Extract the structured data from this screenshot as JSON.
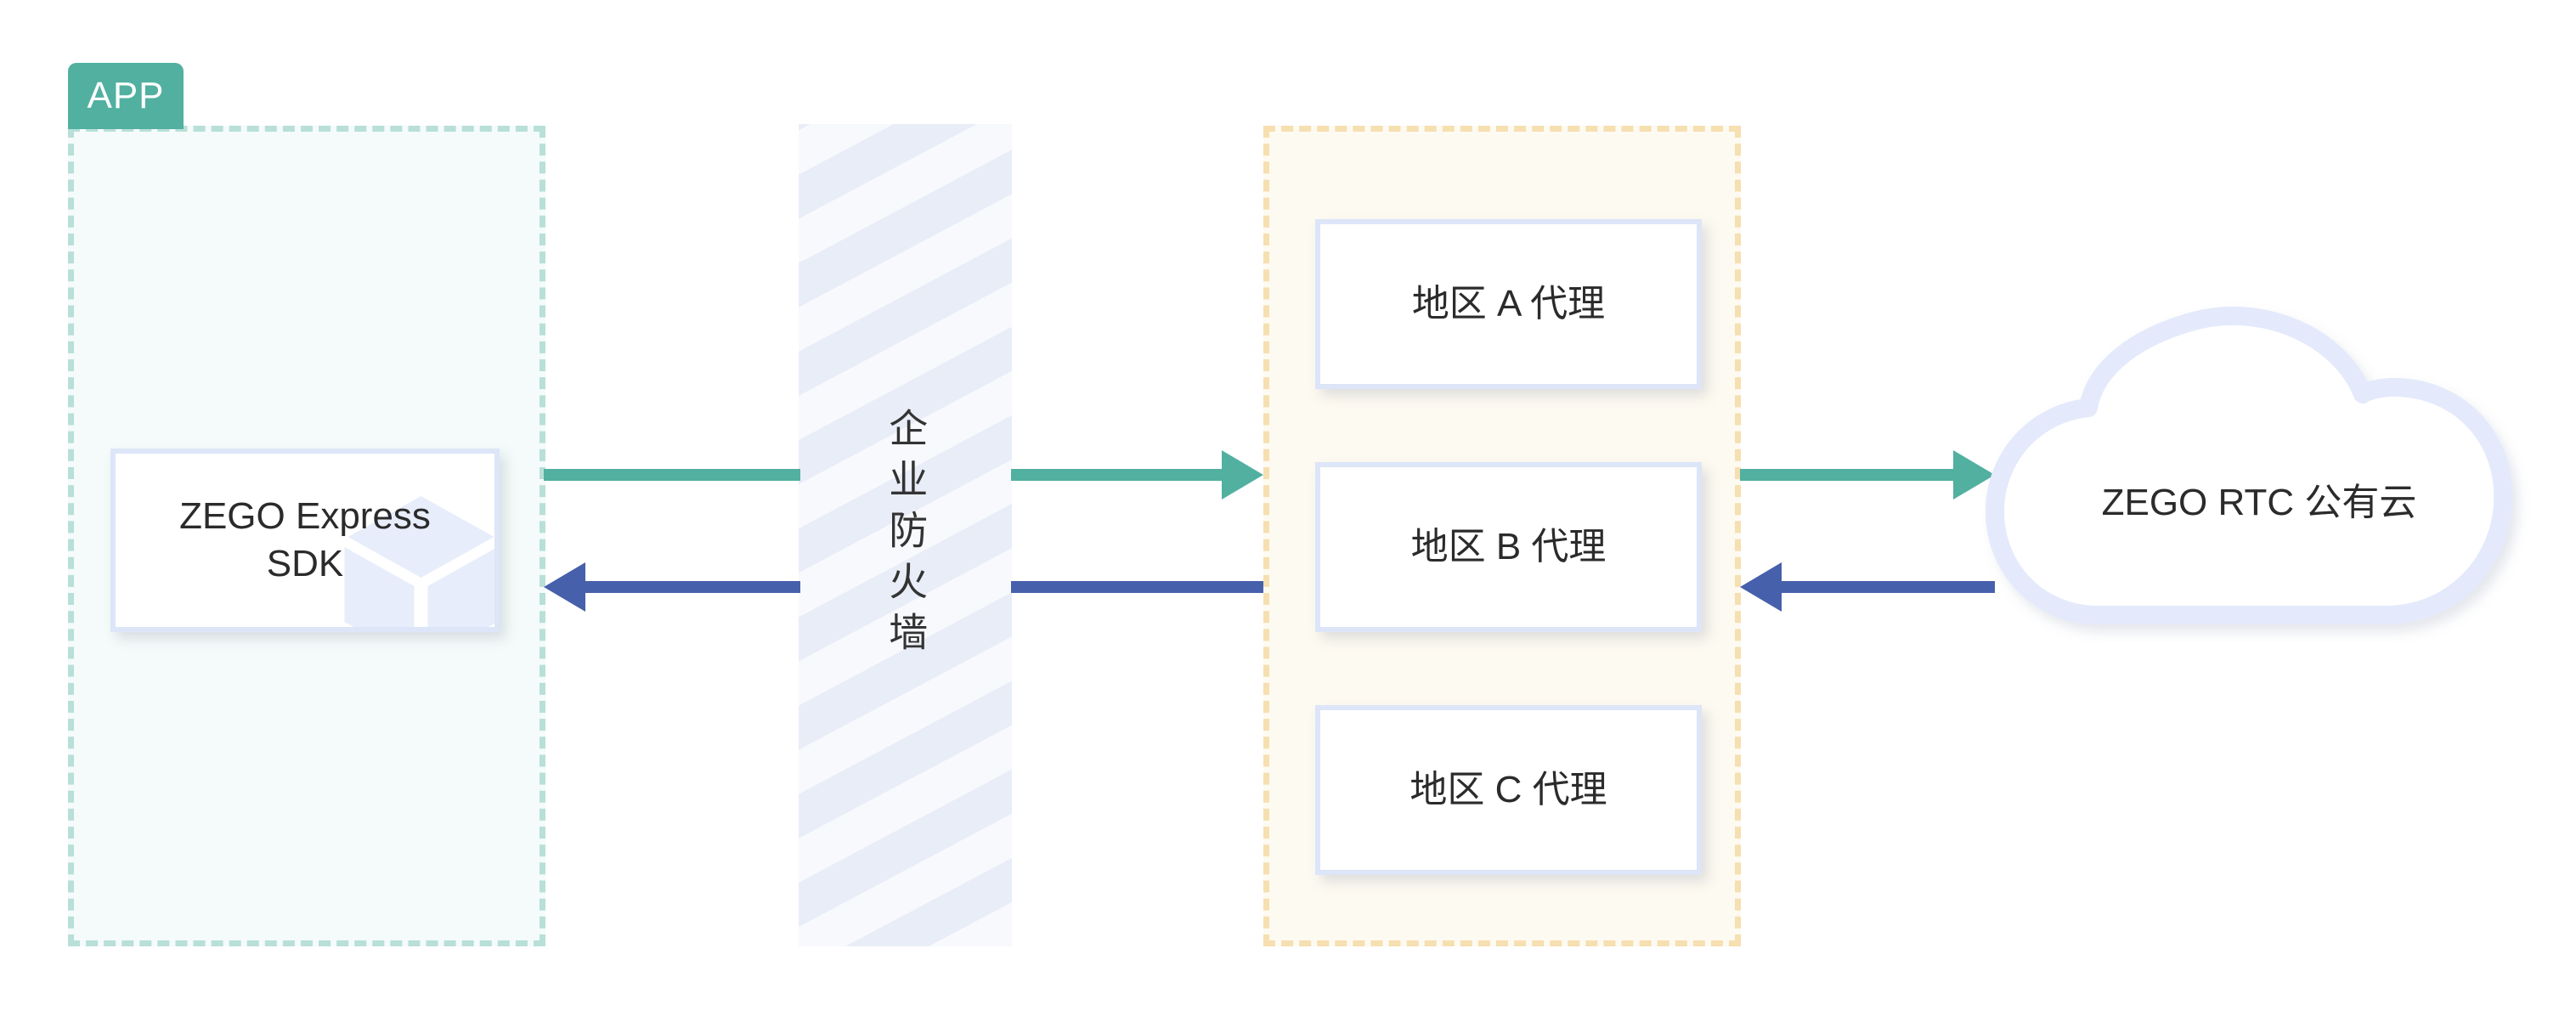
{
  "diagram": {
    "title": "ZEGO RTC proxy network topology",
    "app_zone": {
      "badge_label": "APP",
      "sdk_card_label": "ZEGO Express\nSDK",
      "sdk_icon": "cube-3d-icon"
    },
    "firewall": {
      "label": "企业防火墙"
    },
    "proxy_zone": {
      "items": [
        {
          "label": "地区 A 代理"
        },
        {
          "label": "地区 B 代理"
        },
        {
          "label": "地区 C 代理"
        }
      ]
    },
    "cloud": {
      "label": "ZEGO RTC 公有云",
      "icon": "cloud-icon"
    },
    "flows": [
      {
        "id": "uplink-sdk-to-firewall",
        "direction": "right",
        "color": "#52b0a0",
        "arrowhead": false
      },
      {
        "id": "uplink-firewall-to-proxy",
        "direction": "right",
        "color": "#52b0a0",
        "arrowhead": true
      },
      {
        "id": "uplink-proxy-to-cloud",
        "direction": "right",
        "color": "#52b0a0",
        "arrowhead": true
      },
      {
        "id": "downlink-cloud-to-proxy",
        "direction": "left",
        "color": "#4760ac",
        "arrowhead": true
      },
      {
        "id": "downlink-proxy-to-firewall",
        "direction": "left",
        "color": "#4760ac",
        "arrowhead": false
      },
      {
        "id": "downlink-firewall-to-sdk",
        "direction": "left",
        "color": "#4760ac",
        "arrowhead": true
      }
    ],
    "colors": {
      "app_badge": "#51b0a0",
      "app_zone_border": "#b8dfd8",
      "app_zone_fill": "#f4fbfa",
      "proxy_zone_border": "#f6dfb0",
      "proxy_zone_fill": "#fdfaf1",
      "card_border": "#dde5f8",
      "uplink": "#52b0a0",
      "downlink": "#4760ac",
      "cloud_border": "#e4eafb",
      "firewall_stripe_light": "#f7f9fd",
      "firewall_stripe_dark": "#e9edf7",
      "text": "#2b2b2b"
    }
  }
}
